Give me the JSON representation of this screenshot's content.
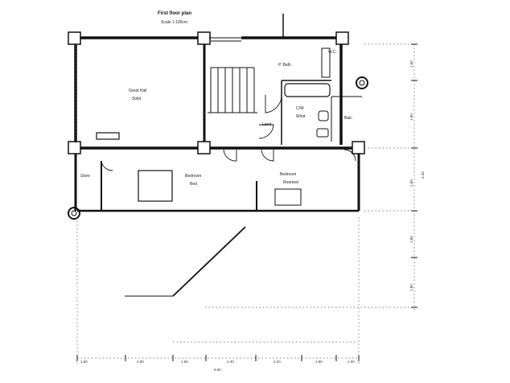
{
  "drawing": {
    "title": "First floor plan",
    "scale_note": "Scale 1:100cm"
  },
  "rooms": {
    "great_hall": {
      "name": "Great Hall",
      "sub": "Solid"
    },
    "bedroom_1": {
      "name": "Bedroom",
      "sub": "Bed"
    },
    "bedroom_2": {
      "name": "Bedroom",
      "sub": "Roomed"
    },
    "bath": {
      "name": "P. Bath"
    },
    "cw": {
      "name": "C/W",
      "sub": "Wind"
    },
    "landing": {
      "name": "Land"
    },
    "store": {
      "name": "Store"
    },
    "balcony": {
      "name": "Balc"
    },
    "wc": {
      "name": "W.C."
    }
  },
  "dimensions": {
    "vertical": [
      "1.60",
      "1.80",
      "4.40",
      "1.60",
      "1.80",
      "1.80"
    ],
    "horizontal": [
      "1.60",
      "2.80",
      "1.50",
      "2.40",
      "2.20",
      "1.80",
      "1.00"
    ],
    "total_label": "8.60"
  },
  "colors": {
    "ink": "#111111",
    "light_ink": "#555555"
  }
}
